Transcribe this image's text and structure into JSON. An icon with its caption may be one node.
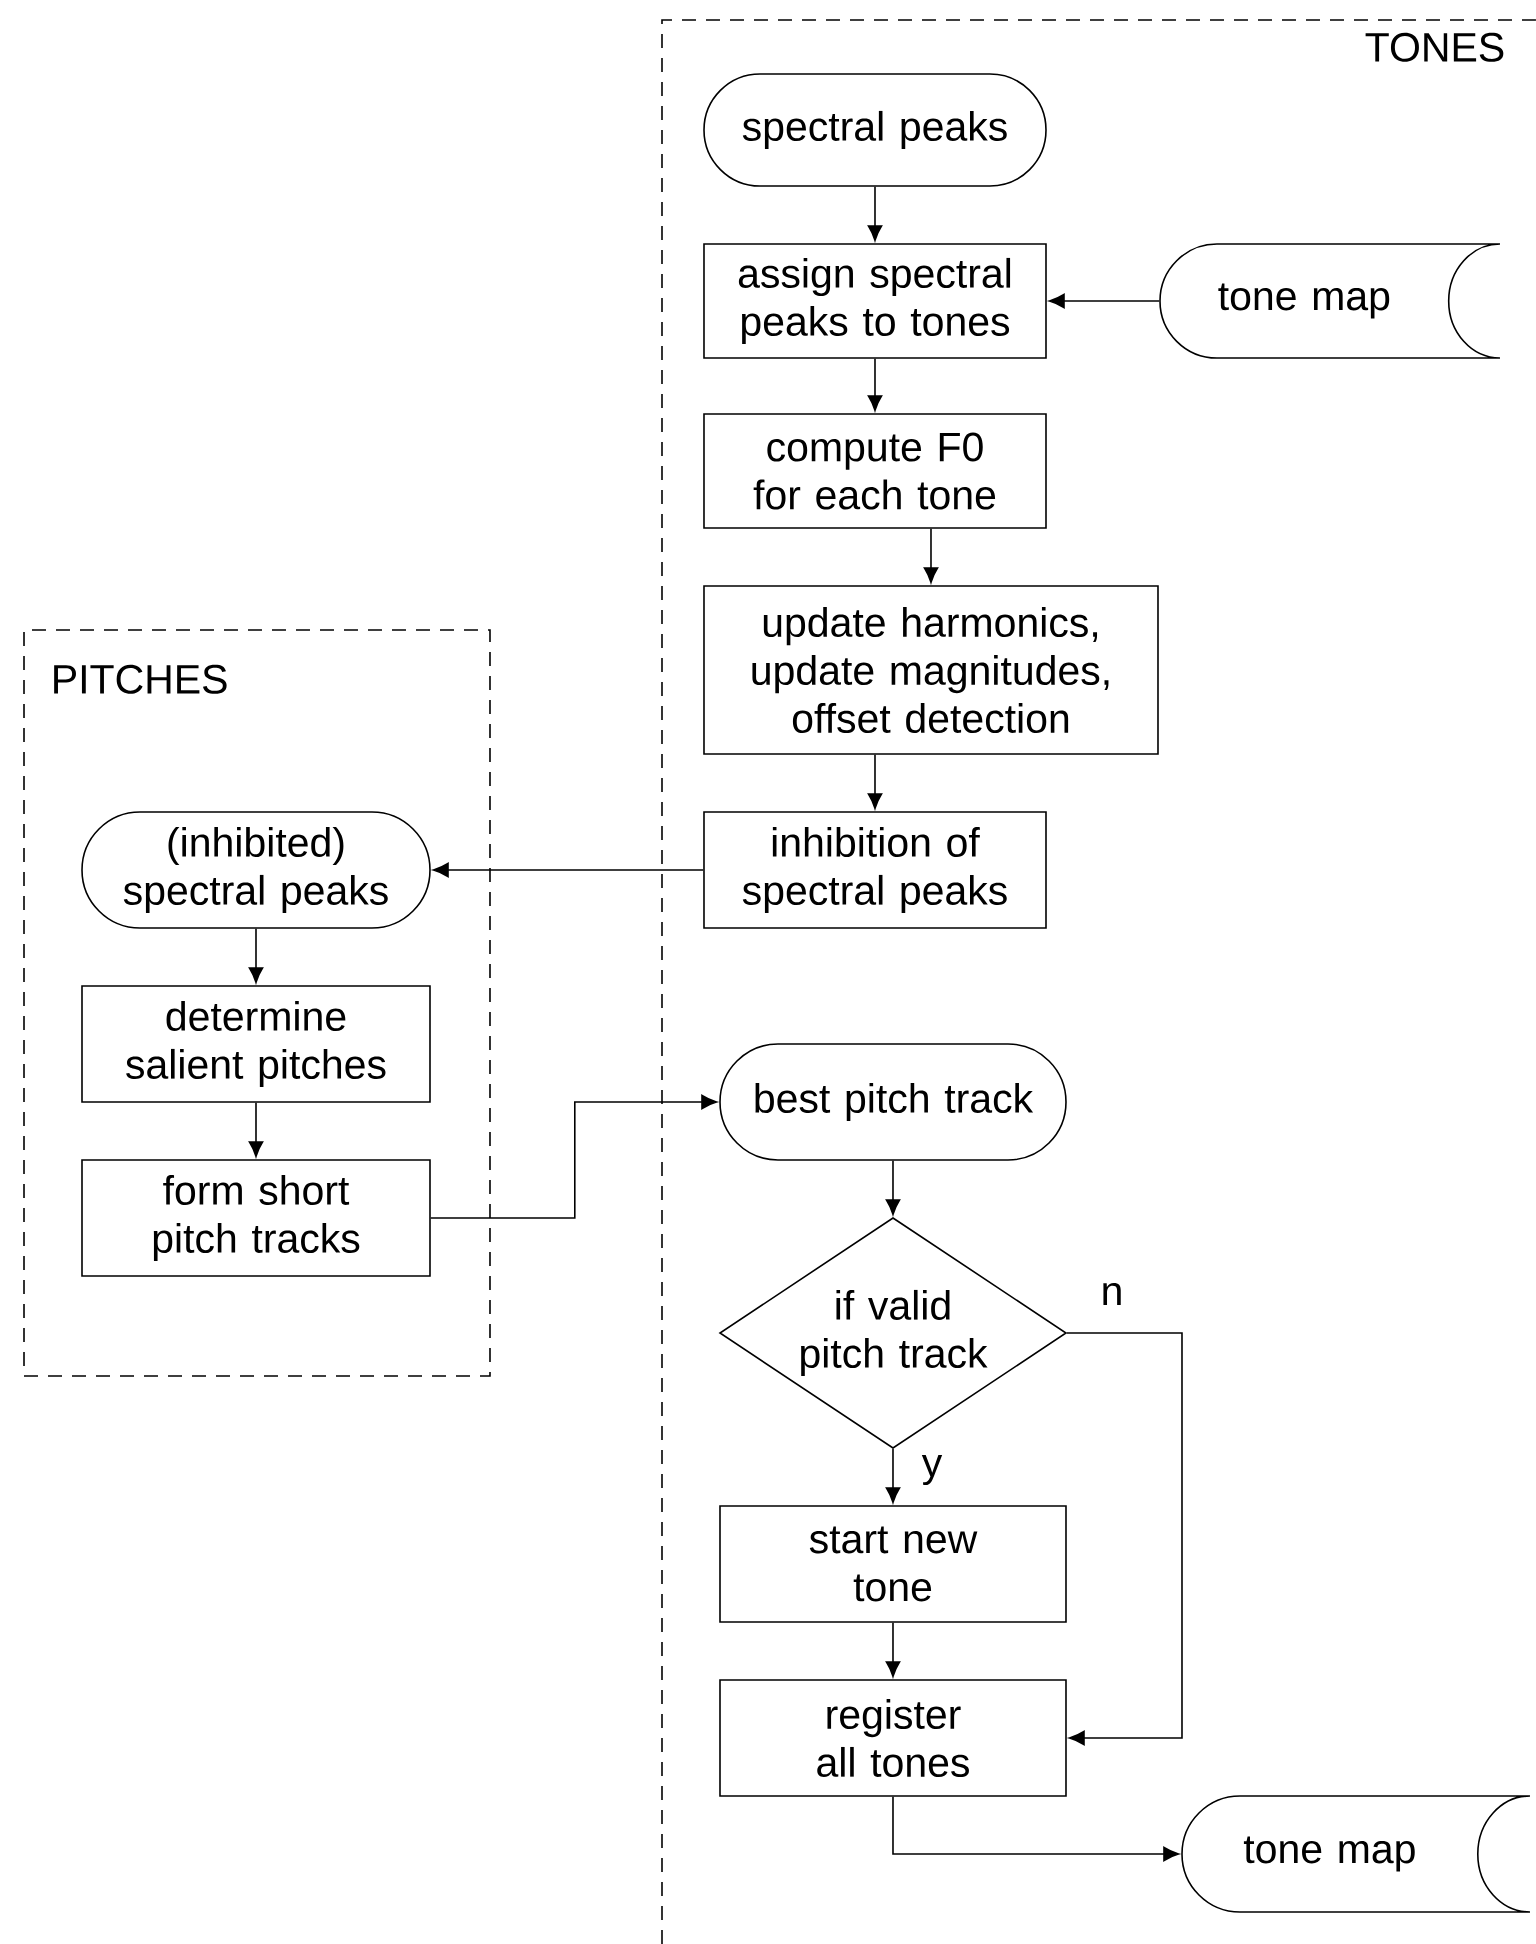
{
  "diagram": {
    "nodes": [
      {
        "text": [
          "TONES"
        ]
      },
      {
        "text": [
          "spectral peaks"
        ],
        "in": 0
      },
      {
        "text": [
          "assign spectral peaks to tones"
        ],
        "in": 0
      },
      {
        "text": [
          "tone map"
        ],
        "in": 0
      },
      {
        "text": [
          "compute F0 for each tone"
        ],
        "in": 0
      },
      {
        "text": [
          "update harmonics, update magnitudes, offset detection"
        ],
        "in": 0
      },
      {
        "text": [
          "inhibition of spectral peaks"
        ],
        "in": 0
      },
      {
        "text": [
          "PITCHES"
        ]
      },
      {
        "text": [
          "(inhibited) spectral peaks"
        ],
        "in": 7
      },
      {
        "text": [
          "determine salient pitches"
        ],
        "in": 7
      },
      {
        "text": [
          "form short pitch tracks"
        ],
        "in": 7
      },
      {
        "text": [
          "best pitch track"
        ],
        "in": 0
      },
      {
        "text": [
          "if valid pitch track"
        ],
        "in": 0
      },
      {
        "text": [
          "start new tone"
        ],
        "in": 0
      },
      {
        "text": [
          "register all tones"
        ],
        "in": 0
      },
      {
        "text": [
          "tone map"
        ],
        "in": 0
      }
    ],
    "edges": [
      {
        "from": 1,
        "to": 2,
        "arrow": "to"
      },
      {
        "from": 3,
        "to": 2,
        "arrow": "to"
      },
      {
        "from": 2,
        "to": 4,
        "arrow": "to"
      },
      {
        "from": 4,
        "to": 5,
        "arrow": "to"
      },
      {
        "from": 5,
        "to": 6,
        "arrow": "to"
      },
      {
        "from": 6,
        "to": 8,
        "arrow": "to"
      },
      {
        "from": 8,
        "to": 9,
        "arrow": "to"
      },
      {
        "from": 9,
        "to": 10,
        "arrow": "to"
      },
      {
        "from": 10,
        "to": 11,
        "arrow": "to"
      },
      {
        "from": 11,
        "to": 12,
        "arrow": "to"
      },
      {
        "from": 12,
        "to": 13,
        "arrow": "to",
        "label": "y"
      },
      {
        "from": 12,
        "to": 14,
        "arrow": "to",
        "label": "n"
      },
      {
        "from": 13,
        "to": 14,
        "arrow": "to"
      },
      {
        "from": 14,
        "to": 15,
        "arrow": "to"
      }
    ]
  }
}
